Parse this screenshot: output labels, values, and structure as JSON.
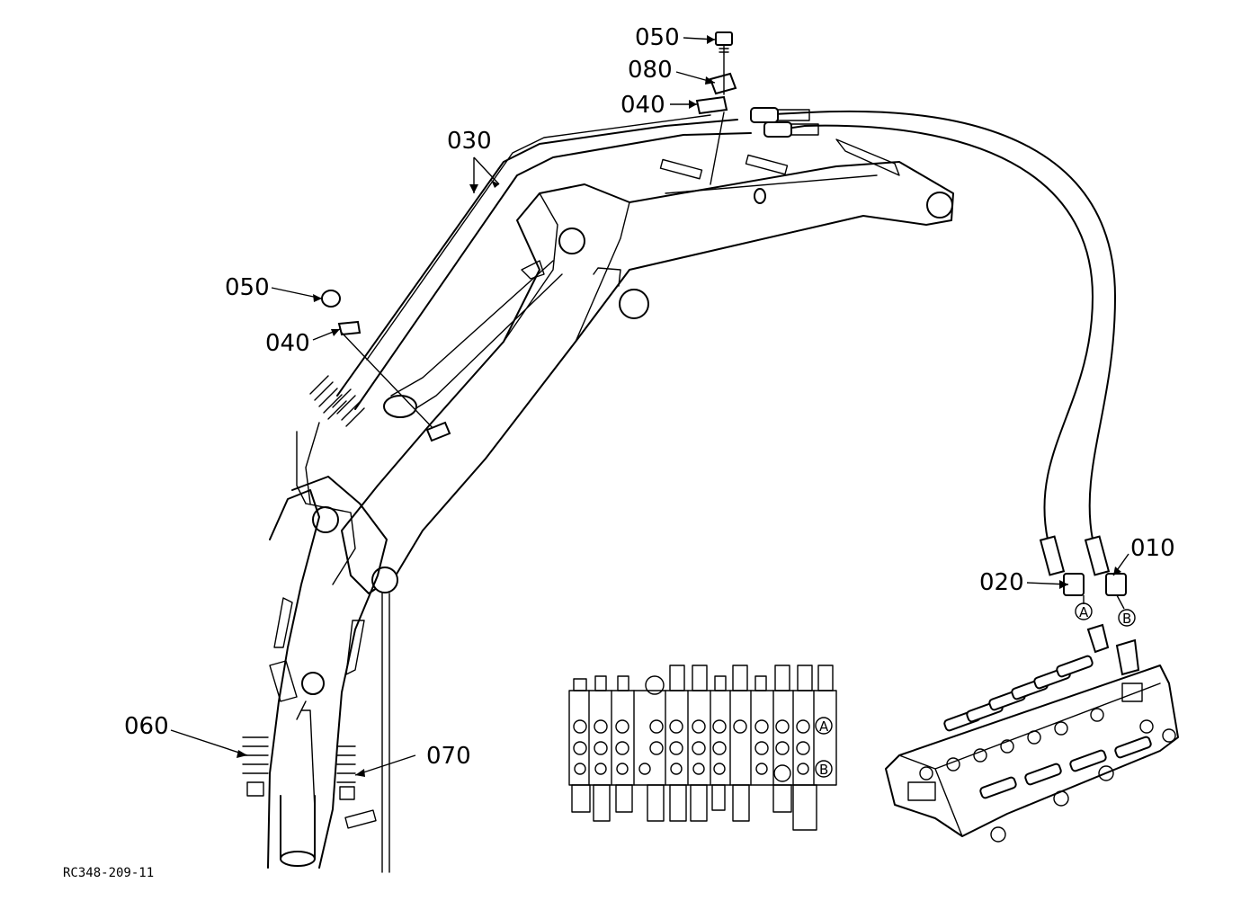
{
  "callouts": {
    "c010": "010",
    "c020": "020",
    "c030": "030",
    "c040_top": "040",
    "c040_left": "040",
    "c050_top": "050",
    "c050_left": "050",
    "c060": "060",
    "c070": "070",
    "c080": "080"
  },
  "port_labels": {
    "a": "A",
    "b": "B",
    "valve_a": "A",
    "valve_b": "B"
  },
  "drawing_ref": "RC348-209-11"
}
